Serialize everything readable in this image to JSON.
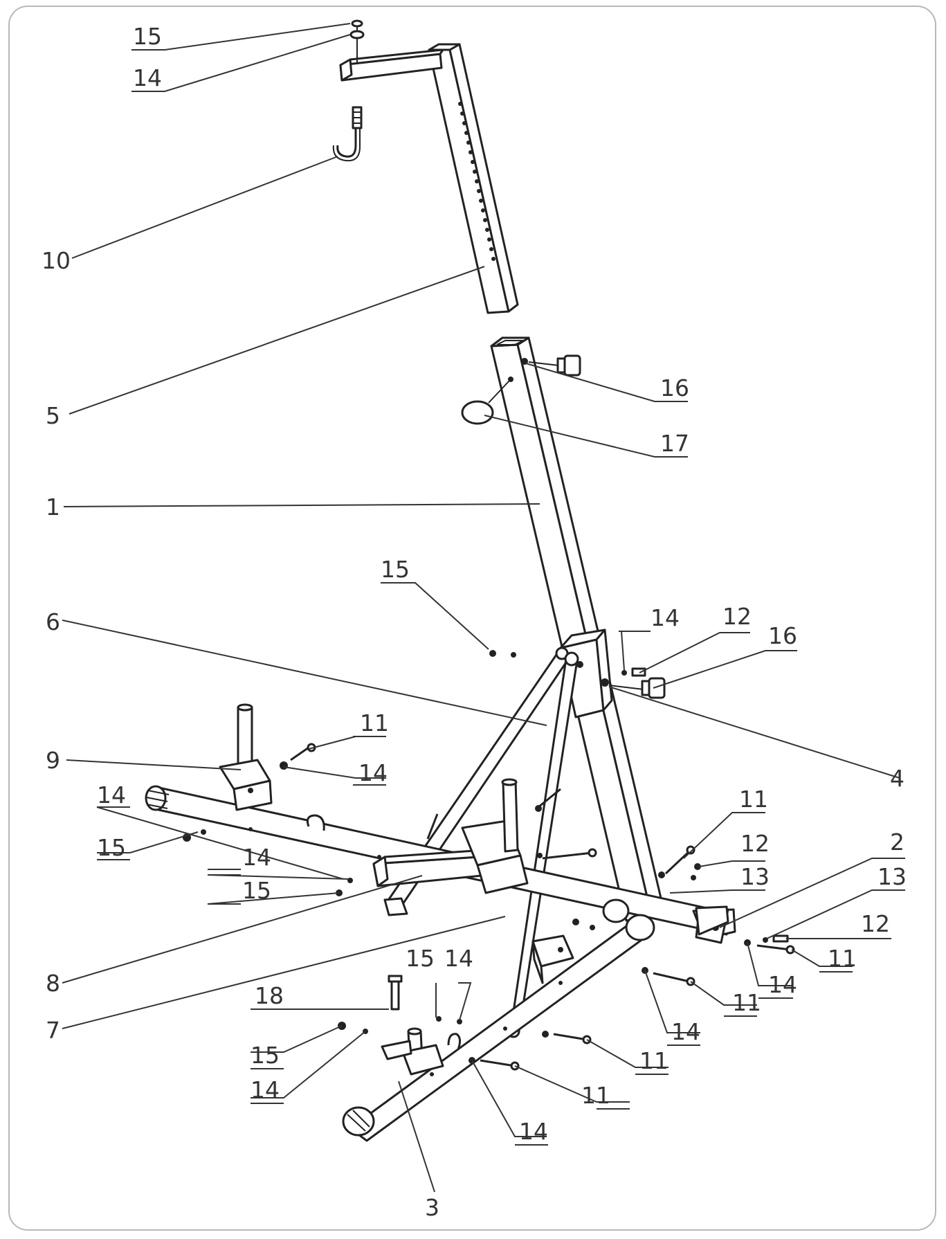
{
  "diagram": {
    "labels": [
      {
        "id": "l15a",
        "text": "15"
      },
      {
        "id": "l14a",
        "text": "14"
      },
      {
        "id": "l10",
        "text": "10"
      },
      {
        "id": "l5",
        "text": "5"
      },
      {
        "id": "l16a",
        "text": "16"
      },
      {
        "id": "l17",
        "text": "17"
      },
      {
        "id": "l1",
        "text": "1"
      },
      {
        "id": "l15b",
        "text": "15"
      },
      {
        "id": "l6",
        "text": "6"
      },
      {
        "id": "l14b",
        "text": "14"
      },
      {
        "id": "l12a",
        "text": "12"
      },
      {
        "id": "l16b",
        "text": "16"
      },
      {
        "id": "l11a",
        "text": "11"
      },
      {
        "id": "l9",
        "text": "9"
      },
      {
        "id": "l14c",
        "text": "14"
      },
      {
        "id": "l4",
        "text": "4"
      },
      {
        "id": "l14d",
        "text": "14"
      },
      {
        "id": "l15c",
        "text": "15"
      },
      {
        "id": "l11b",
        "text": "11"
      },
      {
        "id": "l2",
        "text": "2"
      },
      {
        "id": "l12b",
        "text": "12"
      },
      {
        "id": "l14e",
        "text": "14"
      },
      {
        "id": "l13a",
        "text": "13"
      },
      {
        "id": "l13b",
        "text": "13"
      },
      {
        "id": "l15d",
        "text": "15"
      },
      {
        "id": "l12c",
        "text": "12"
      },
      {
        "id": "l11c",
        "text": "11"
      },
      {
        "id": "l8",
        "text": "8"
      },
      {
        "id": "l14f",
        "text": "14"
      },
      {
        "id": "l15e",
        "text": "15"
      },
      {
        "id": "l14g",
        "text": "14"
      },
      {
        "id": "l18",
        "text": "18"
      },
      {
        "id": "l11d",
        "text": "11"
      },
      {
        "id": "l7",
        "text": "7"
      },
      {
        "id": "l14h",
        "text": "14"
      },
      {
        "id": "l15f",
        "text": "15"
      },
      {
        "id": "l11e",
        "text": "11"
      },
      {
        "id": "l14i",
        "text": "14"
      },
      {
        "id": "l11f",
        "text": "11"
      },
      {
        "id": "l14j",
        "text": "14"
      },
      {
        "id": "l3",
        "text": "3"
      }
    ]
  }
}
